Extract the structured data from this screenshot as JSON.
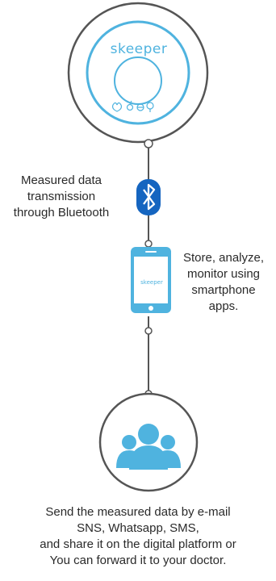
{
  "device": {
    "brand": "skeeper"
  },
  "bluetooth": {
    "lines": [
      "Measured data",
      "transmission",
      "through Bluetooth"
    ]
  },
  "phone": {
    "brand": "skeeper",
    "lines": [
      "Store, analyze,",
      "monitor using",
      "smartphone",
      "apps."
    ]
  },
  "share": {
    "lines": [
      "Send the measured data by e-mail",
      "SNS, Whatsapp, SMS,",
      "and share it on the digital platform or",
      "You can forward it to your doctor."
    ]
  },
  "colors": {
    "accent": "#4fb3df",
    "line": "#555555",
    "bluetooth": "#1565c0"
  },
  "icons": [
    "device-icon",
    "bluetooth-icon",
    "smartphone-icon",
    "people-icon"
  ]
}
